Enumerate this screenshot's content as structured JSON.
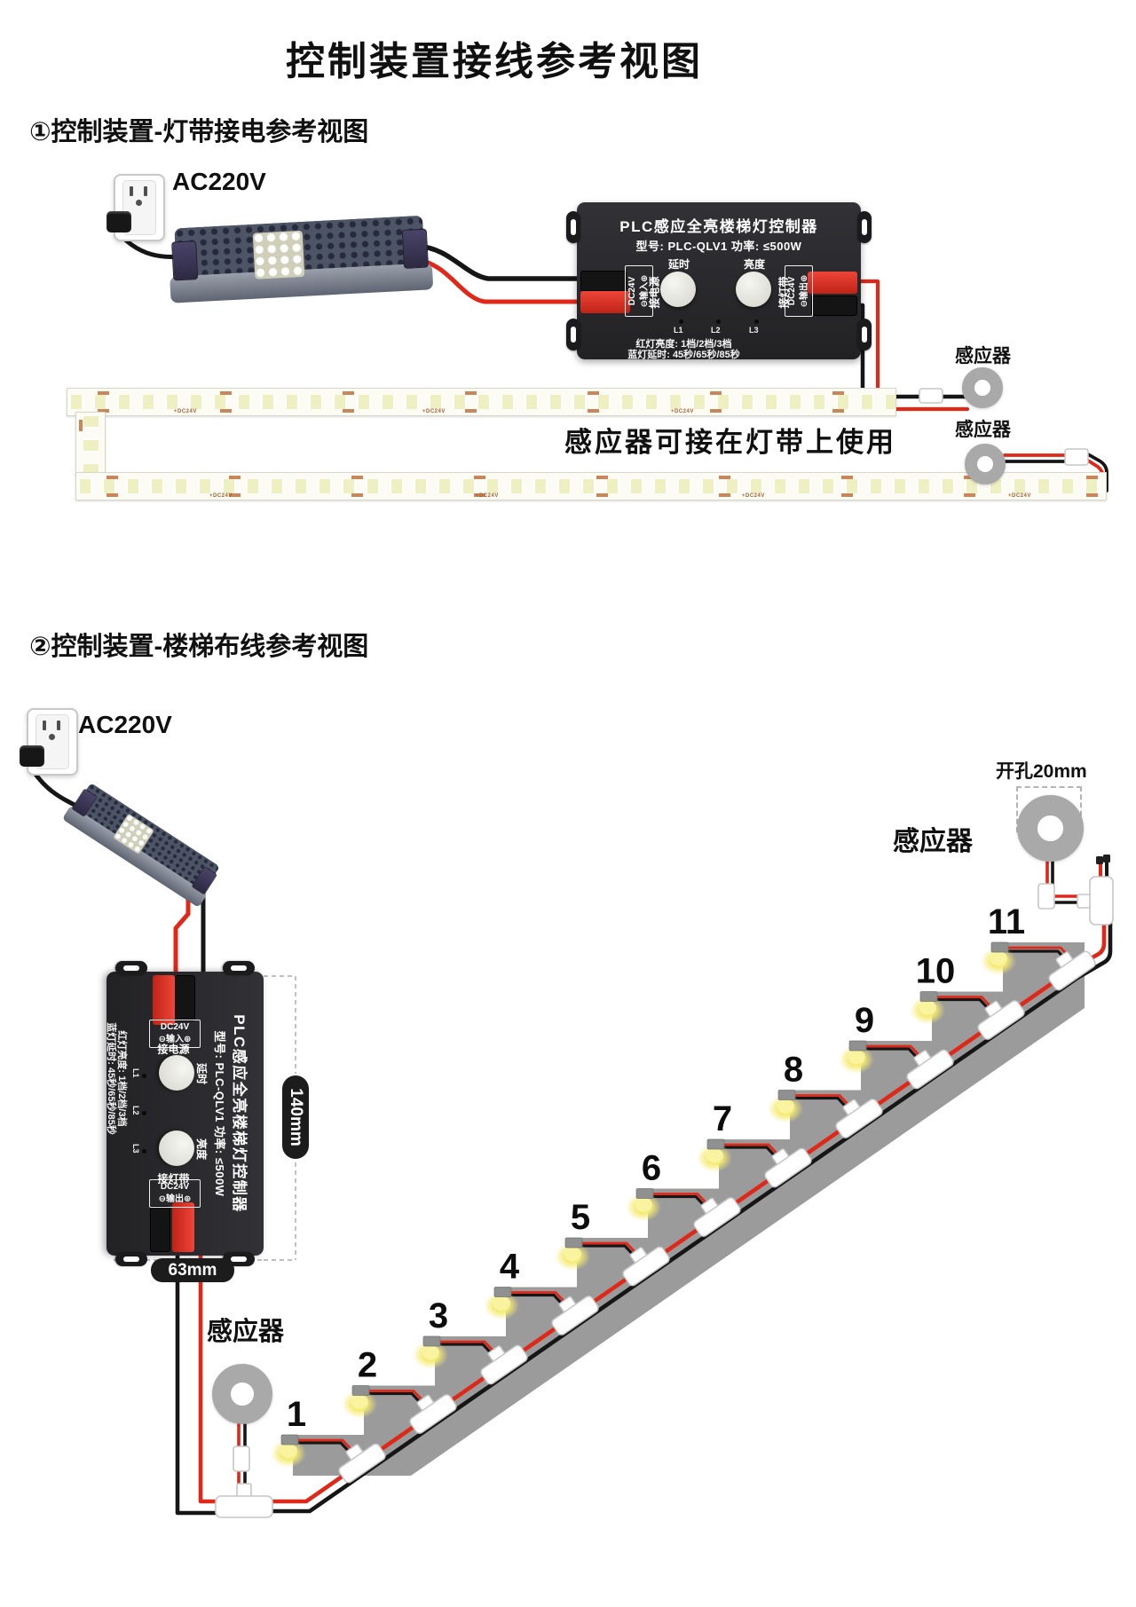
{
  "title": "控制装置接线参考视图",
  "section1": {
    "heading": "①控制装置-灯带接电参考视图",
    "outlet_label": "AC220V",
    "note": "感应器可接在灯带上使用",
    "sensor1_label": "感应器",
    "sensor2_label": "感应器",
    "strip_marking": "+DC24V"
  },
  "controller": {
    "title": "PLC感应全亮楼梯灯控制器",
    "model": "型号: PLC-QLV1  功率: ≤500W",
    "delay_knob": "延时",
    "brightness_knob": "亮度",
    "led1": "L1",
    "led2": "L2",
    "led3": "L3",
    "input_side": "接电源",
    "input_voltage": "DC24V",
    "input_io": "⊖输入⊕",
    "output_side": "接灯带",
    "output_voltage": "DC24V",
    "output_io": "⊖输出⊕",
    "spec1": "红灯亮度: 1档/2档/3档",
    "spec2": "蓝灯延时: 45秒/65秒/85秒"
  },
  "section2": {
    "heading": "②控制装置-楼梯布线参考视图",
    "outlet_label": "AC220V",
    "sensor_bottom_label": "感应器",
    "sensor_top_label": "感应器",
    "hole_label": "开孔20mm",
    "dim_length": "140mm",
    "dim_width": "63mm",
    "steps": [
      "1",
      "2",
      "3",
      "4",
      "5",
      "6",
      "7",
      "8",
      "9",
      "10",
      "11"
    ]
  },
  "colors": {
    "wire_red": "#e02818",
    "wire_black": "#161616",
    "stair_gray": "#9b9b9b",
    "glow_yellow": "#f5eb72",
    "controller_body": "#2a2a2c"
  }
}
